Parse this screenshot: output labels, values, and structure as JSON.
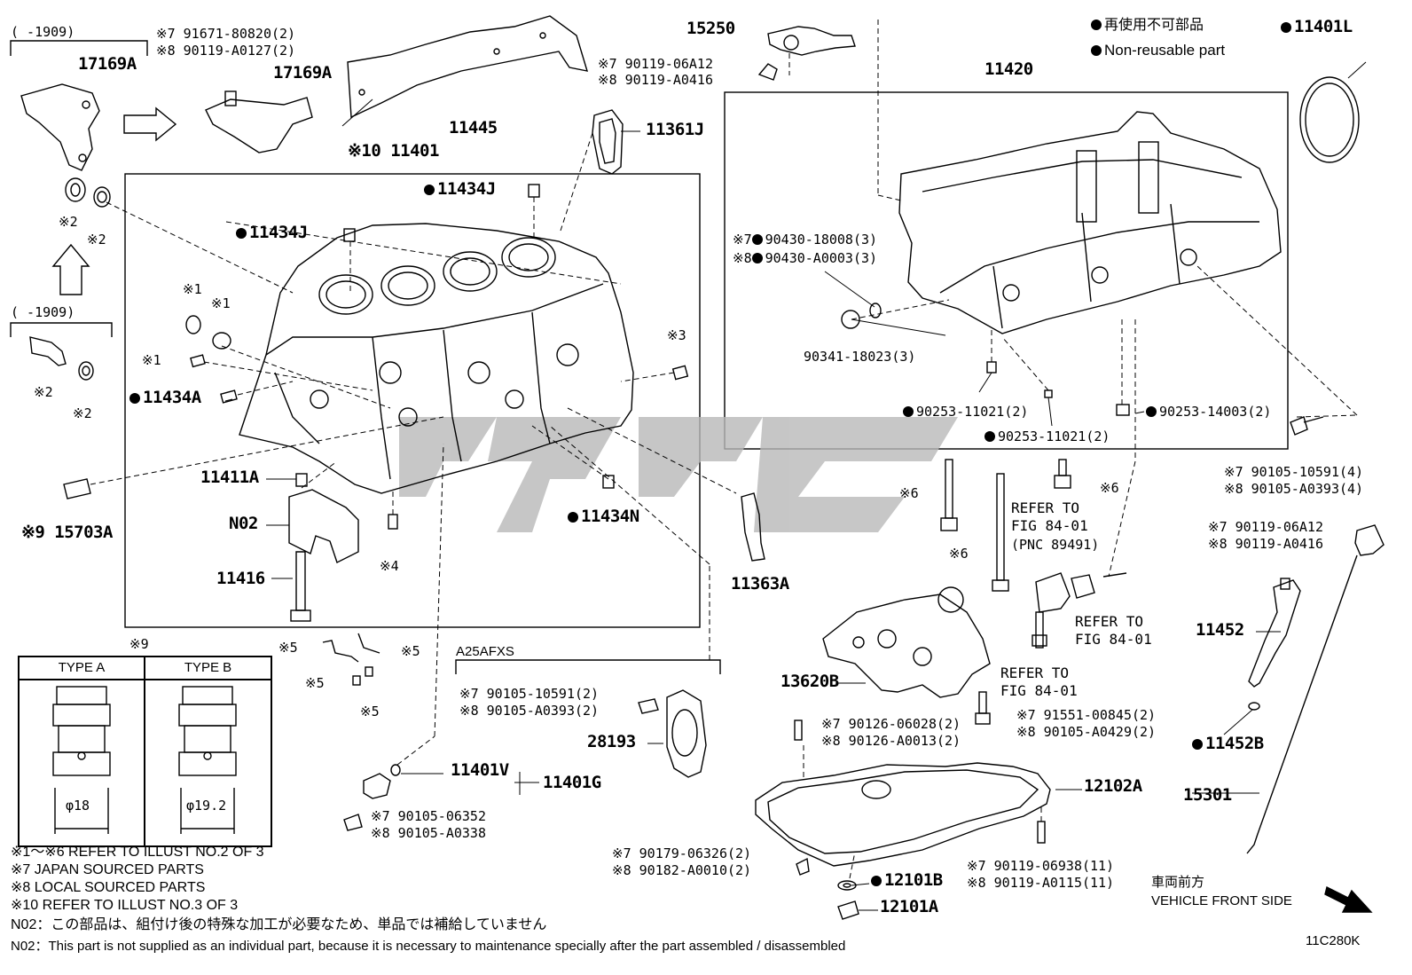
{
  "legend": {
    "jp": "再使用不可部品",
    "en": "Non-reusable part"
  },
  "frame_code": "11C280K",
  "direction": {
    "jp": "車両前方",
    "en": "VEHICLE FRONT SIDE"
  },
  "callouts": {
    "c17169A_1": "17169A",
    "c17169A_2": "17169A",
    "range1": "(    -1909)",
    "range2": "(    -1909)",
    "bolt17169_7": "※7 91671-80820(2)",
    "bolt17169_8": "※8 90119-A0127(2)",
    "c11445": "11445",
    "c11401_10": "※10 11401",
    "c11434J_top": "11434J",
    "c11434J_left": "11434J",
    "c11361J": "11361J",
    "c15250": "15250",
    "bolt15250_7": "※7 90119-06A12",
    "bolt15250_8": "※8 90119-A0416",
    "c11420": "11420",
    "c11401L": "11401L",
    "plug_7": "※7",
    "plug_7_pn": "90430-18008(3)",
    "plug_8": "※8",
    "plug_8_pn": "90430-A0003(3)",
    "c90341": "90341-18023(3)",
    "c90253a": "90253-11021(2)",
    "c90253b": "90253-11021(2)",
    "c90253c": "90253-14003(2)",
    "bolt11420_7": "※7 90105-10591(4)",
    "bolt11420_8": "※8 90105-A0393(4)",
    "s1a": "※1",
    "s1b": "※1",
    "s1c": "※1",
    "s3": "※3",
    "s4": "※4",
    "s2a": "※2",
    "s2b": "※2",
    "s2c": "※2",
    "s2d": "※2",
    "c11434A": "11434A",
    "c11411A": "11411A",
    "cN02": "N02",
    "c11416": "11416",
    "c15703A": "※9 15703A",
    "c11434N": "11434N",
    "c11363A": "11363A",
    "s6a": "※6",
    "s6b": "※6",
    "s6c": "※6",
    "refer1": "REFER TO",
    "refer1b": "FIG 84-01",
    "refer1c": "(PNC 89491)",
    "refer2": "REFER TO",
    "refer2b": "FIG 84-01",
    "refer3": "REFER TO",
    "refer3b": "FIG 84-01",
    "dip_7": "※7 90119-06A12",
    "dip_8": "※8 90119-A0416",
    "c11452": "11452",
    "c11452B": "11452B",
    "c15301": "15301",
    "s9": "※9",
    "typeA": "TYPE A",
    "typeB": "TYPE B",
    "dia18": "φ18",
    "dia19": "φ19.2",
    "s5a": "※5",
    "s5b": "※5",
    "s5c": "※5",
    "s5d": "※5",
    "a25": "A25AFXS",
    "bolt28193_7": "※7 90105-10591(2)",
    "bolt28193_8": "※8 90105-A0393(2)",
    "c28193": "28193",
    "c11401V": "11401V",
    "c11401G": "11401G",
    "bolt11401V_7": "※7 90105-06352",
    "bolt11401V_8": "※8 90105-A0338",
    "c13620B": "13620B",
    "pump_7": "※7 90126-06028(2)",
    "pump_8": "※8 90126-A0013(2)",
    "pumpb_7": "※7 91551-00845(2)",
    "pumpb_8": "※8 90105-A0429(2)",
    "c12102A": "12102A",
    "drain_7": "※7 90179-06326(2)",
    "drain_8": "※8 90182-A0010(2)",
    "pan_7": "※7 90119-06938(11)",
    "pan_8": "※8 90119-A0115(11)",
    "c12101B": "12101B",
    "c12101A": "12101A"
  },
  "notes": {
    "n1": "※1～※6  REFER TO ILLUST NO.2 OF 3",
    "n7": "※7  JAPAN SOURCED PARTS",
    "n8": "※8  LOCAL SOURCED PARTS",
    "n10": "※10 REFER TO ILLUST NO.3 OF 3",
    "n02jp": "N02：この部品は、組付け後の特殊な加工が必要なため、単品では補給していません",
    "n02en": "N02：This part is not supplied as an individual part, because it is necessary to maintenance specially after the part assembled / disassembled"
  }
}
